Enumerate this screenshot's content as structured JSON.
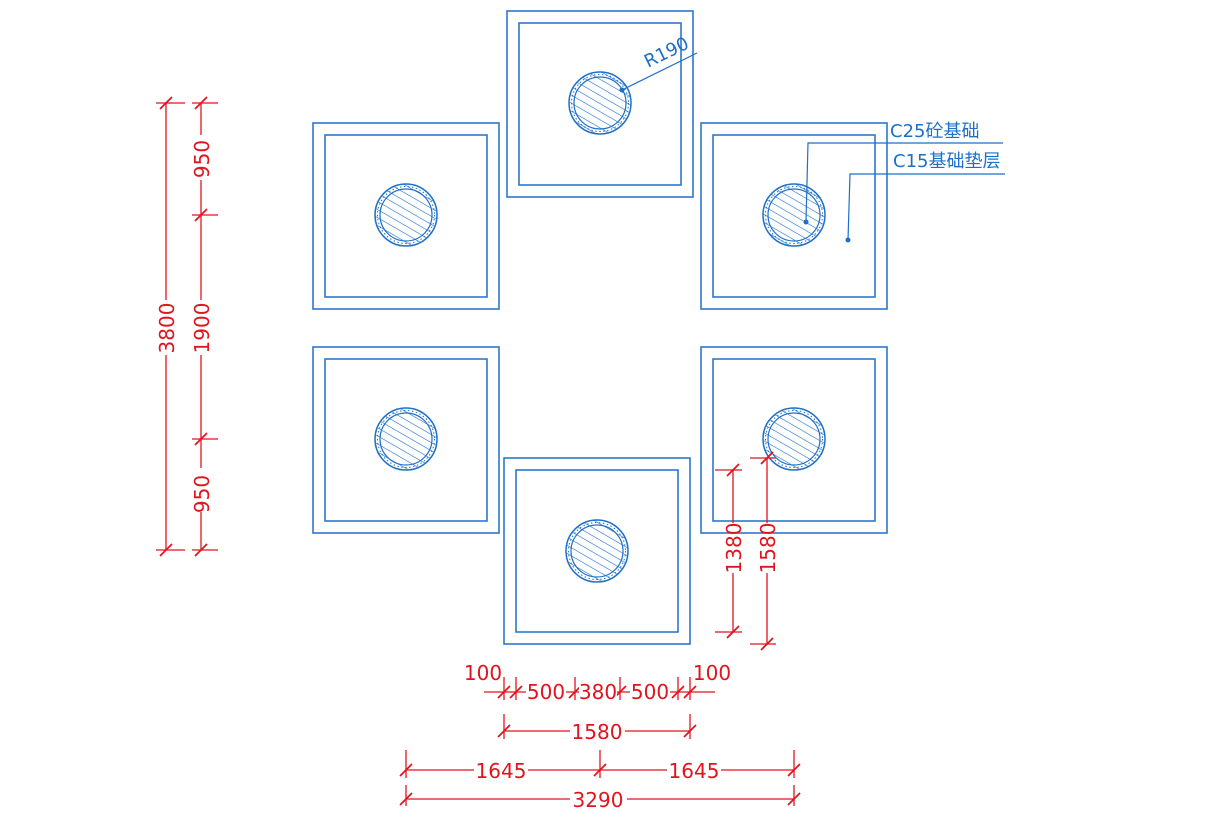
{
  "annotations": {
    "radius_label": "R190",
    "c25_label": "C25砼基础",
    "c15_label": "C15基础垫层"
  },
  "dimensions": {
    "total_height": "3800",
    "seg_top": "950",
    "seg_mid": "1900",
    "seg_bottom": "950",
    "inner_side": "1380",
    "outer_side": "1580",
    "edge_left": "100",
    "part_left": "500",
    "part_mid": "380",
    "part_right": "500",
    "edge_right": "100",
    "outer_width": "1580",
    "half_left": "1645",
    "half_right": "1645",
    "total_width": "3290"
  },
  "colors": {
    "drawing_lines": "#1e6fc8",
    "dimension_lines": "#e1141e"
  }
}
